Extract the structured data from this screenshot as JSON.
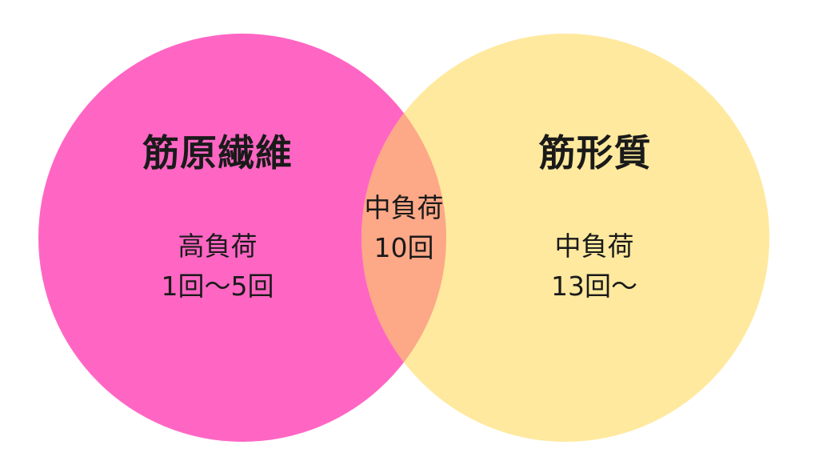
{
  "colors": {
    "left_circle": "#ff66c4",
    "right_circle": "#ffe99e",
    "overlap": "#fda887",
    "text": "#1a1a1a",
    "background": "#ffffff"
  },
  "left": {
    "title": "筋原繊維",
    "load": "高負荷",
    "reps": "1回〜5回"
  },
  "overlap": {
    "load": "中負荷",
    "reps": "10回"
  },
  "right": {
    "title": "筋形質",
    "load": "中負荷",
    "reps": "13回〜"
  }
}
